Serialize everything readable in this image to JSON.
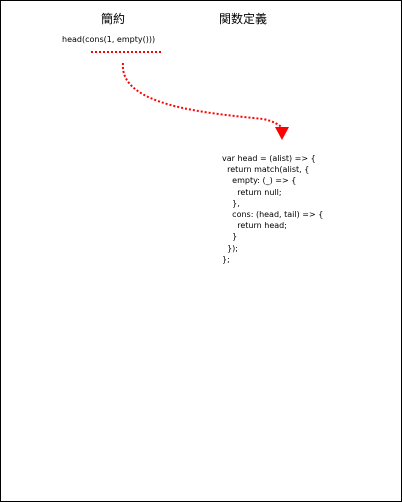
{
  "headings": {
    "reduction": "簡約",
    "definition": "関数定義"
  },
  "expression": "head(cons(1, empty()))",
  "code_lines": [
    "var head = (alist) => {",
    "  return match(alist, {",
    "    empty: (_) => {",
    "      return null;",
    "    },",
    "    cons: (head, tail) => {",
    "      return head;",
    "    }",
    "  });",
    "};"
  ],
  "colors": {
    "accent": "#ff0000",
    "text": "#000000",
    "border": "#000000"
  }
}
